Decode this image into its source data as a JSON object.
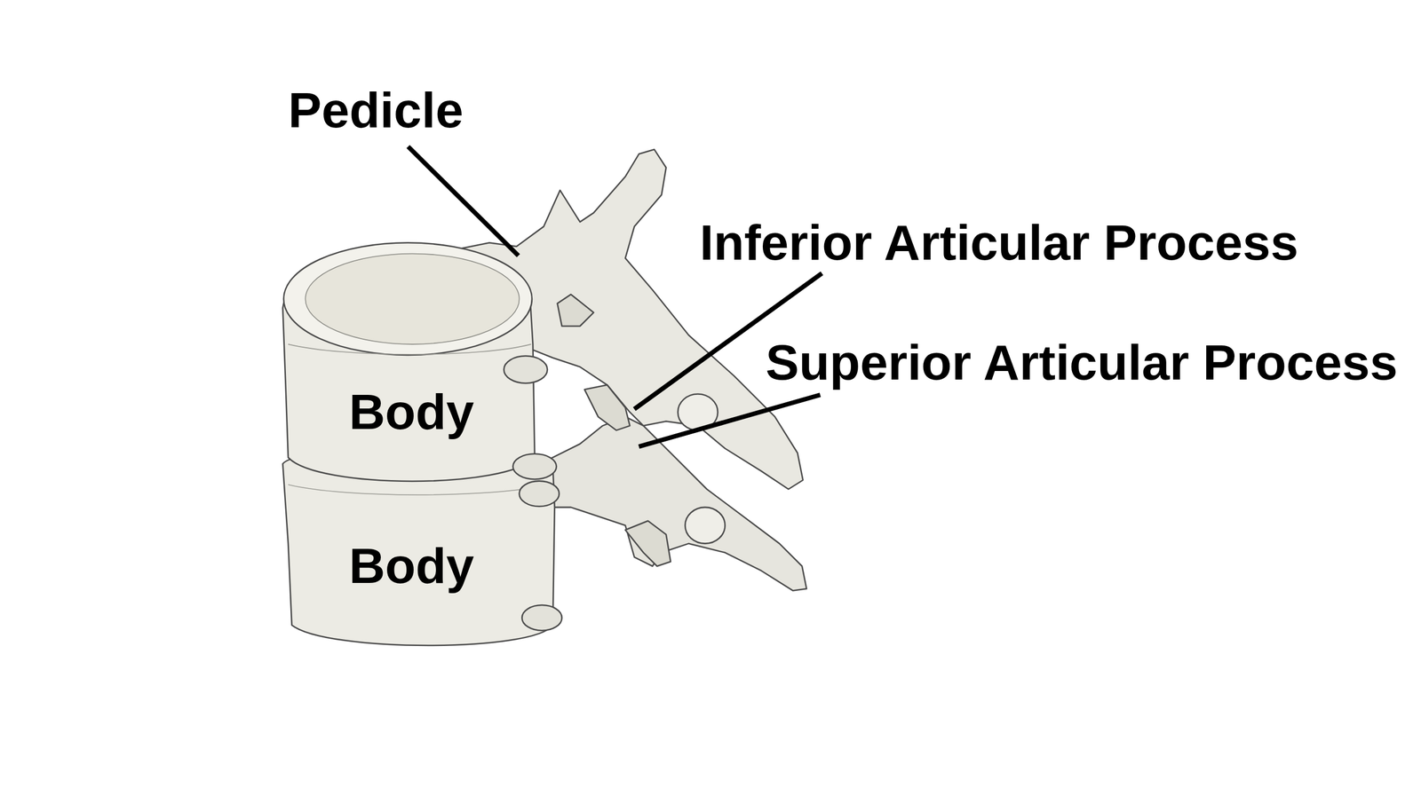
{
  "diagram": {
    "labels": [
      "Pedicle",
      "Inferior Articular Process",
      "Superior Articular Process",
      "Body",
      "Body"
    ]
  }
}
